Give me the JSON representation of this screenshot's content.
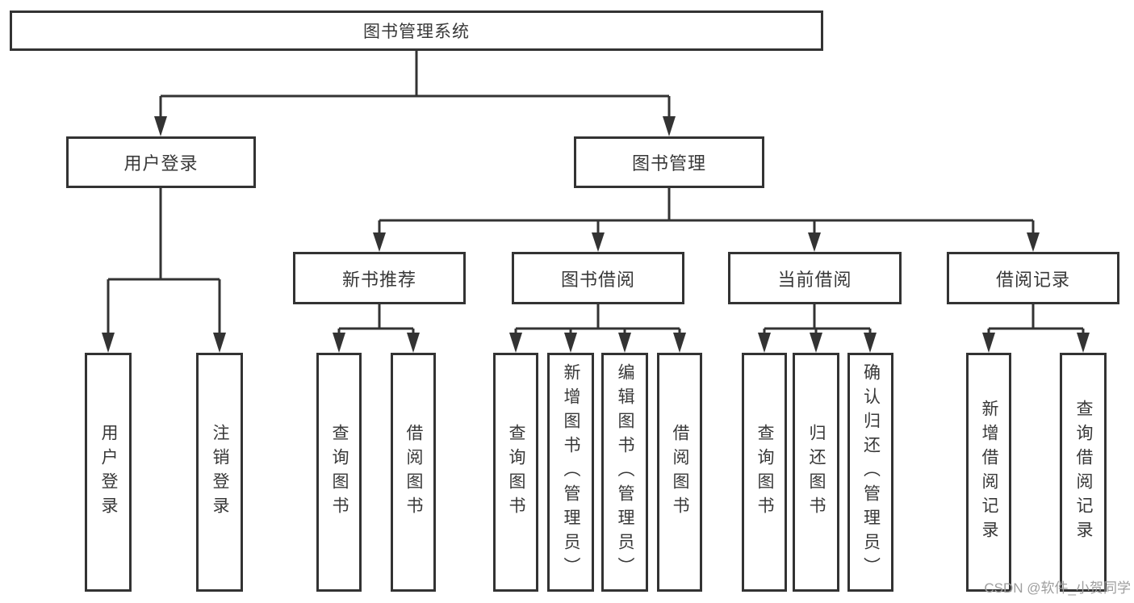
{
  "title": "图书管理系统",
  "tree": {
    "root": {
      "label": "图书管理系统"
    },
    "branches": [
      {
        "label": "用户登录",
        "children": [
          {
            "label": "用户登录"
          },
          {
            "label": "注销登录"
          }
        ]
      },
      {
        "label": "图书管理",
        "children": [
          {
            "label": "新书推荐",
            "children": [
              {
                "label": "查询图书"
              },
              {
                "label": "借阅图书"
              }
            ]
          },
          {
            "label": "图书借阅",
            "children": [
              {
                "label": "查询图书"
              },
              {
                "label": "新增图书（管理员）"
              },
              {
                "label": "编辑图书（管理员）"
              },
              {
                "label": "借阅图书"
              }
            ]
          },
          {
            "label": "当前借阅",
            "children": [
              {
                "label": "查询图书"
              },
              {
                "label": "归还图书"
              },
              {
                "label": "确认归还（管理员）"
              }
            ]
          },
          {
            "label": "借阅记录",
            "children": [
              {
                "label": "新增借阅记录"
              },
              {
                "label": "查询借阅记录"
              }
            ]
          }
        ]
      }
    ]
  },
  "watermark": "CSDN @软件_小贺同学",
  "colors": {
    "line": "#333333",
    "text": "#383838",
    "box_bg": "#ffffff",
    "watermark": "#9e9e9e"
  }
}
